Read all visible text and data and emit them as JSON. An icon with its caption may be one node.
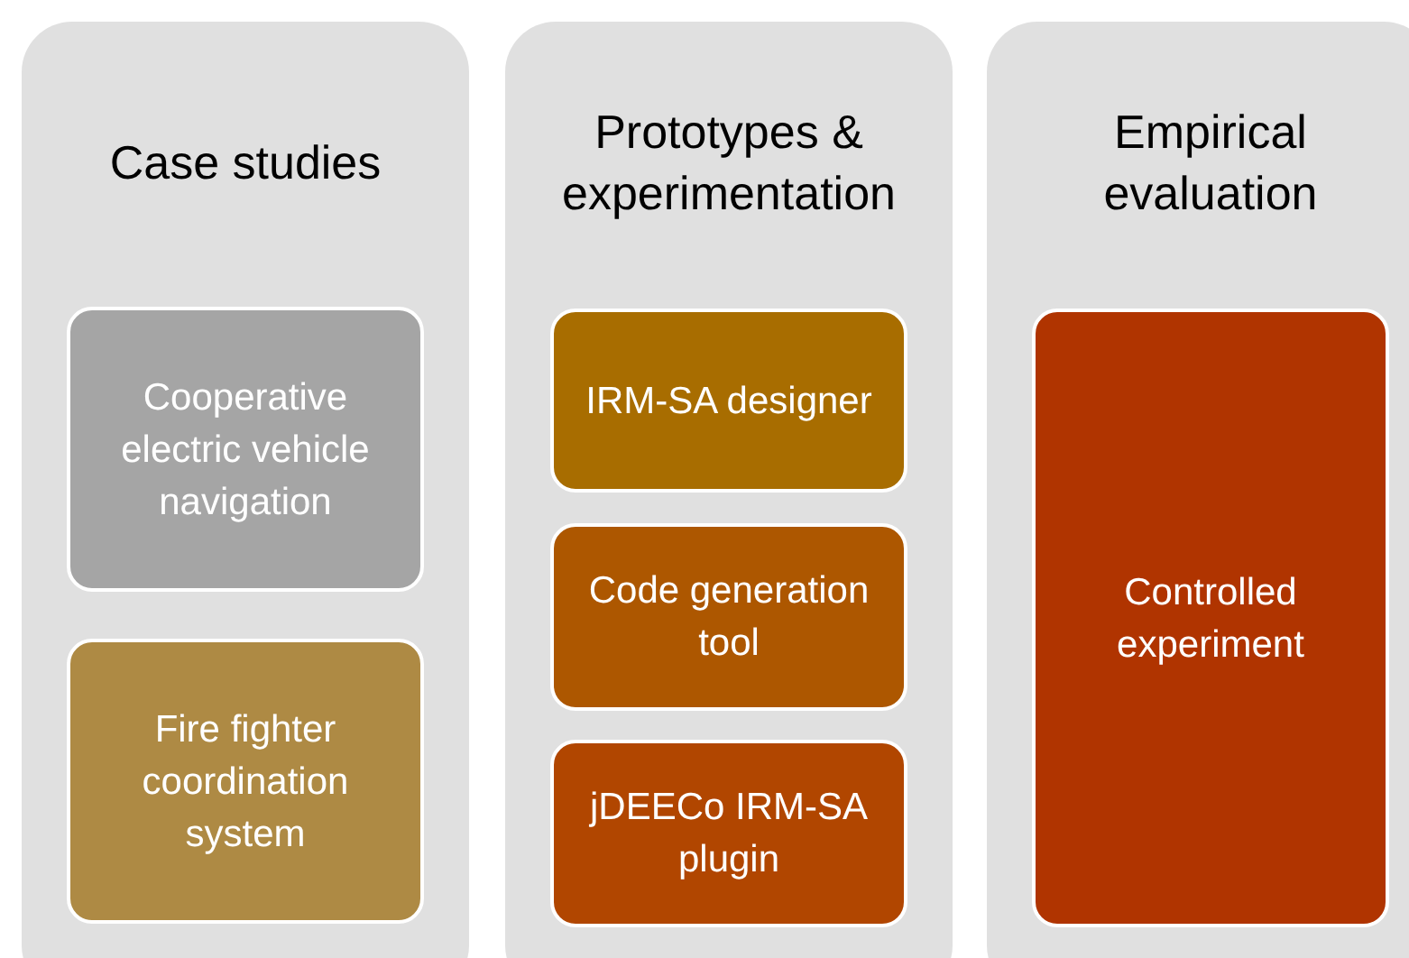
{
  "diagram": {
    "nodes": [
      {
        "text": [
          "Case studies"
        ]
      },
      {
        "text": [
          "Cooperative electric vehicle navigation"
        ],
        "in": 0
      },
      {
        "text": [
          "Fire fighter coordination system"
        ],
        "in": 0
      },
      {
        "text": [
          "Prototypes & experimentation"
        ]
      },
      {
        "text": [
          "IRM-SA designer"
        ],
        "in": 3
      },
      {
        "text": [
          "Code generation tool"
        ],
        "in": 3
      },
      {
        "text": [
          "jDEECo IRM-SA plugin"
        ],
        "in": 3
      },
      {
        "text": [
          "Empirical evaluation"
        ]
      },
      {
        "text": [
          "Controlled experiment"
        ],
        "in": 7
      }
    ]
  }
}
